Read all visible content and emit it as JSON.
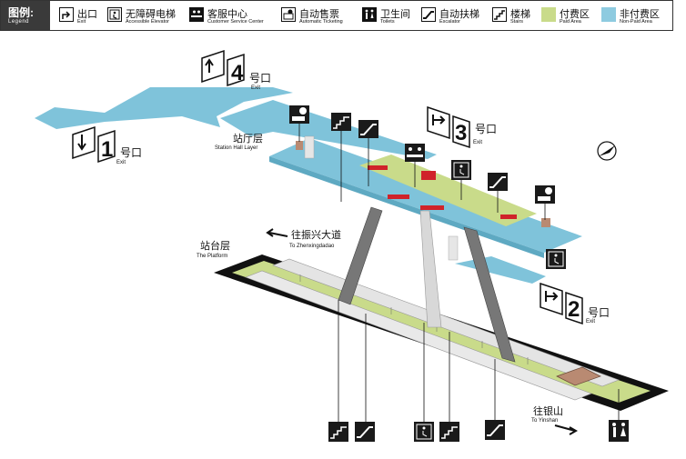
{
  "legend": {
    "title_zh": "图例:",
    "title_en": "Legend",
    "items": [
      {
        "zh": "出口",
        "en": "Exit",
        "icon": "exit-icon"
      },
      {
        "zh": "无障碍电梯",
        "en": "Accessible Elevator",
        "icon": "elevator-icon"
      },
      {
        "zh": "客服中心",
        "en": "Customer Service Center",
        "icon": "customer-service-icon"
      },
      {
        "zh": "自动售票",
        "en": "Automatic Ticketing",
        "icon": "ticket-machine-icon"
      },
      {
        "zh": "卫生间",
        "en": "Toilets",
        "icon": "toilet-icon"
      },
      {
        "zh": "自动扶梯",
        "en": "Escalator",
        "icon": "escalator-icon"
      },
      {
        "zh": "楼梯",
        "en": "Stairs",
        "icon": "stairs-icon"
      },
      {
        "zh": "付费区",
        "en": "Paid Area",
        "color": "#c9db8a"
      },
      {
        "zh": "非付费区",
        "en": "Non-Paid Area",
        "color": "#8ecbe0"
      }
    ]
  },
  "levels": {
    "hall_zh": "站厅层",
    "hall_en": "Station Hall Layer",
    "platform_zh": "站台层",
    "platform_en": "The Platform"
  },
  "directions": {
    "west_zh": "往振兴大道",
    "west_en": "To Zhenxingdadao",
    "east_zh": "往银山",
    "east_en": "To Yinshan"
  },
  "exits": [
    {
      "num": "1",
      "zh": "号口",
      "en": "Exit"
    },
    {
      "num": "2",
      "zh": "号口",
      "en": "Exit"
    },
    {
      "num": "3",
      "zh": "号口",
      "en": "Exit"
    },
    {
      "num": "4",
      "zh": "号口",
      "en": "Exit"
    }
  ],
  "colors": {
    "paid": "#c9db8a",
    "nonpaid": "#7fc3da",
    "platform_edge": "#111111",
    "dark_icon": "#1a1a1a"
  }
}
